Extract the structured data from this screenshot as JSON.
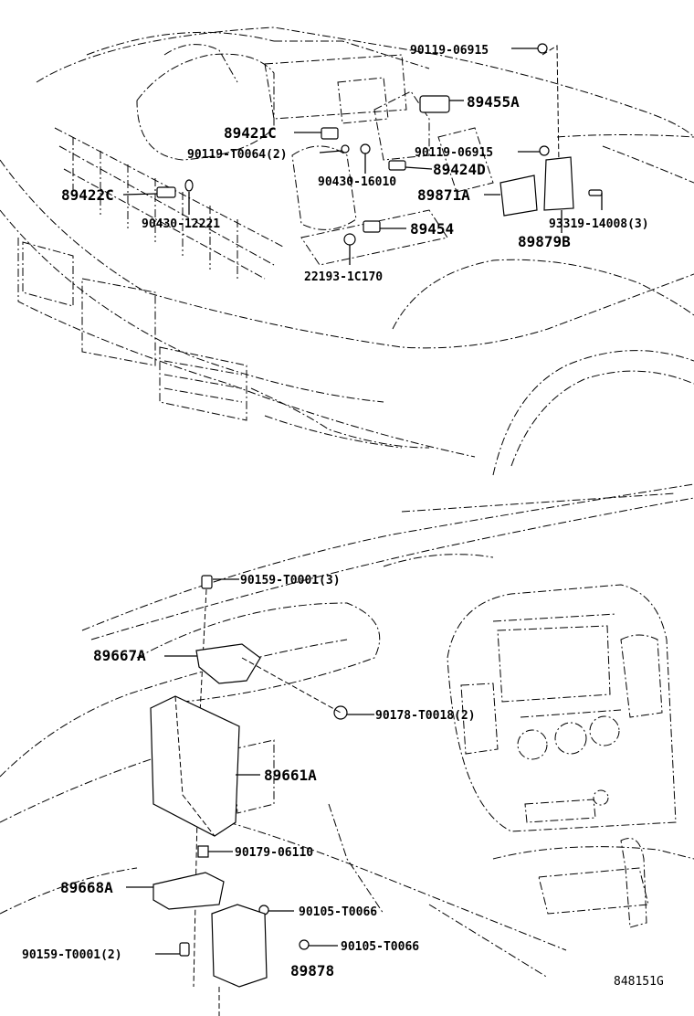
{
  "engine_bay": {
    "labels": {
      "p_90119_06915_top": "90119-06915",
      "p_89455A": "89455A",
      "p_89421C": "89421C",
      "p_90119_T0064": "90119-T0064(2)",
      "p_90119_06915_mid": "90119-06915",
      "p_89424D": "89424D",
      "p_89422C": "89422C",
      "p_90430_16010": "90430-16010",
      "p_89871A": "89871A",
      "p_90430_12221": "90430-12221",
      "p_89454": "89454",
      "p_93319_14008": "93319-14008(3)",
      "p_89879B": "89879B",
      "p_22193_1C170": "22193-1C170"
    }
  },
  "dashboard": {
    "labels": {
      "p_90159_T0001_3": "90159-T0001(3)",
      "p_89667A": "89667A",
      "p_90178_T0018": "90178-T0018(2)",
      "p_89661A": "89661A",
      "p_90179_06110": "90179-06110",
      "p_89668A": "89668A",
      "p_90105_T0066_a": "90105-T0066",
      "p_90105_T0066_b": "90105-T0066",
      "p_90159_T0001_2": "90159-T0001(2)",
      "p_89878": "89878"
    }
  },
  "figure_ref": "848151G"
}
